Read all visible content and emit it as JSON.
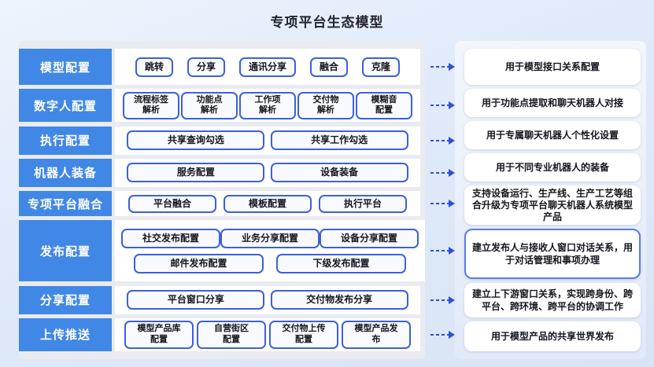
{
  "title": "专项平台生态模型",
  "colors": {
    "category_bg": "#4187e6",
    "button_border": "#3b5fde",
    "arrow": "#3050d0",
    "highlight_border": "#5b7bf0",
    "panel_bg": "#e9ebf1"
  },
  "rows": [
    {
      "id": "model-config",
      "label": "模型配置",
      "button_lines": [
        [
          "跳转",
          "分享",
          "通讯分享",
          "融合",
          "克隆"
        ]
      ],
      "desc": "用于模型接口关系配置",
      "desc_highlight": false
    },
    {
      "id": "digital-human-config",
      "label": "数字人配置",
      "button_lines": [
        [
          "流程标签\n解析",
          "功能点\n解析",
          "工作项\n解析",
          "交付物\n解析",
          "模糊音\n配置"
        ]
      ],
      "desc": "用于功能点提取和聊天机器人对接",
      "desc_highlight": false
    },
    {
      "id": "execution-config",
      "label": "执行配置",
      "button_lines": [
        [
          "共享查询勾选",
          "共享工作勾选"
        ]
      ],
      "desc": "用于专属聊天机器人个性化设置",
      "desc_highlight": false
    },
    {
      "id": "robot-equipment",
      "label": "机器人装备",
      "button_lines": [
        [
          "服务配置",
          "设备装备"
        ]
      ],
      "desc": "用于不同专业机器人的装备",
      "desc_highlight": false
    },
    {
      "id": "platform-fusion",
      "label": "专项平台融合",
      "button_lines": [
        [
          "平台融合",
          "模板配置",
          "执行平台"
        ]
      ],
      "desc": "支持设备运行、生产线、生产工艺等组合升级为专项平台聊天机器人系统模型产品",
      "desc_highlight": false
    },
    {
      "id": "publish-config",
      "label": "发布配置",
      "button_lines": [
        [
          "社交发布配置",
          "业务分享配置",
          "设备分享配置"
        ],
        [
          "邮件发布配置",
          "下级发布配置"
        ]
      ],
      "desc": "建立发布人与接收人窗口对话关系，用于对话管理和事项办理",
      "desc_highlight": true
    },
    {
      "id": "share-config",
      "label": "分享配置",
      "button_lines": [
        [
          "平台窗口分享",
          "交付物发布分享"
        ]
      ],
      "desc": "建立上下游窗口关系，实现跨身份、跨平台、跨环境、跨平台的协调工作",
      "desc_highlight": false
    },
    {
      "id": "upload-push",
      "label": "上传推送",
      "button_lines": [
        [
          "模型产品库\n配置",
          "自营街区\n配置",
          "交付物上传\n配置",
          "模型产品发\n布"
        ]
      ],
      "desc": "用于模型产品的共享世界发布",
      "desc_highlight": false
    }
  ]
}
